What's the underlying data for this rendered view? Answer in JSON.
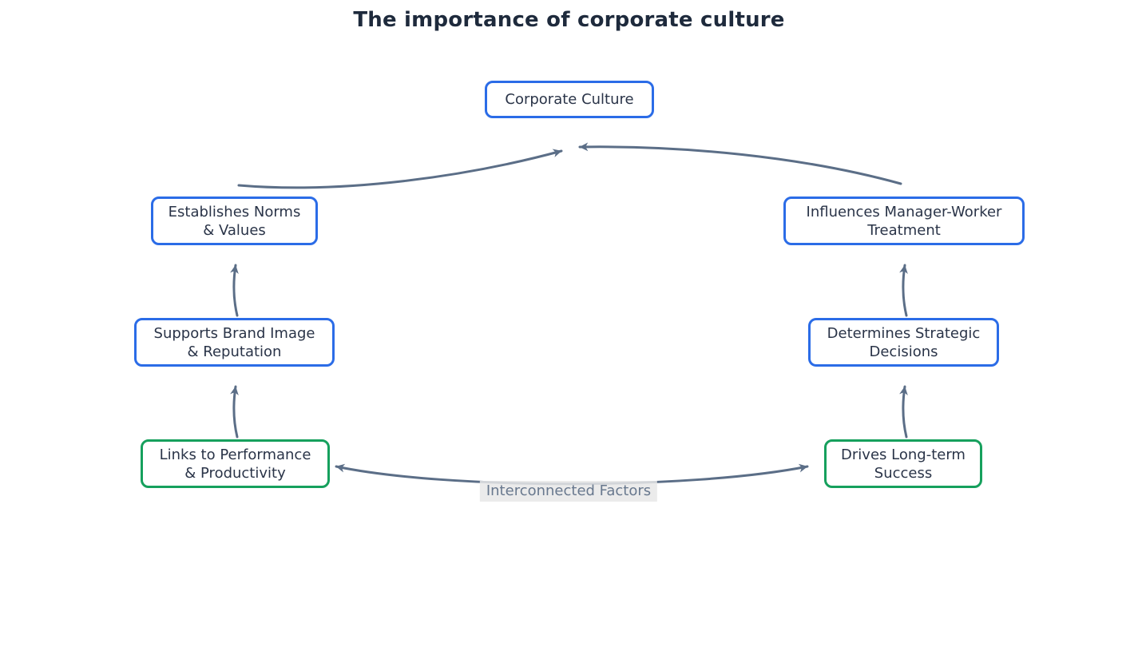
{
  "title": "The importance of corporate culture",
  "colors": {
    "title-text": "#1e2a3c",
    "node-text": "#2a3448",
    "node-border-blue": "#2b6ce7",
    "node-border-green": "#16a05d",
    "edge": "#5b6e87",
    "edge-label-text": "#68788e"
  },
  "nodes": {
    "corporate": {
      "lines": [
        "Corporate Culture"
      ]
    },
    "establishes": {
      "lines": [
        "Establishes Norms",
        "& Values"
      ]
    },
    "influences": {
      "lines": [
        "Influences Manager-Worker",
        "Treatment"
      ]
    },
    "supports": {
      "lines": [
        "Supports Brand Image",
        "& Reputation"
      ]
    },
    "determines": {
      "lines": [
        "Determines Strategic",
        "Decisions"
      ]
    },
    "links": {
      "lines": [
        "Links to Performance",
        "& Productivity"
      ]
    },
    "drives": {
      "lines": [
        "Drives Long-term",
        "Success"
      ]
    }
  },
  "edge_label": "Interconnected Factors"
}
